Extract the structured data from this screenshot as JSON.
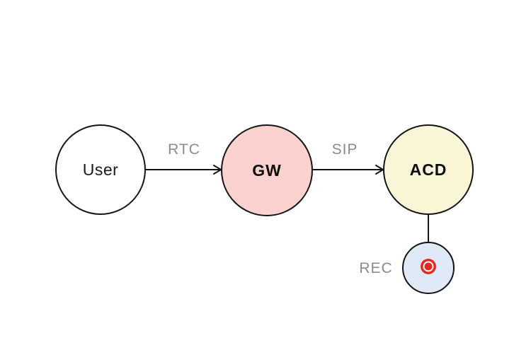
{
  "diagram": {
    "nodes": {
      "user": {
        "label": "User",
        "fill": "#ffffff"
      },
      "gw": {
        "label": "GW",
        "fill": "#fcd2ce"
      },
      "acd": {
        "label": "ACD",
        "fill": "#fbf6d7"
      },
      "rec": {
        "label": "REC",
        "fill": "#dfeaf8",
        "icon": "record-icon"
      }
    },
    "edges": {
      "user_to_gw": {
        "label": "RTC"
      },
      "gw_to_acd": {
        "label": "SIP"
      },
      "acd_to_rec": {
        "label": ""
      }
    },
    "colors": {
      "node_stroke": "#141414",
      "edge_label_text": "#8c8c8c",
      "record_red": "#e6281e",
      "record_ring": "#ffffff",
      "background": "#ffffff"
    }
  }
}
